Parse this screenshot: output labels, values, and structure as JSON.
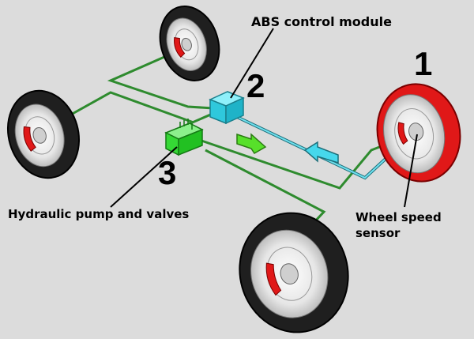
{
  "labels": {
    "abs_module": "ABS control module",
    "pump_valves": "Hydraulic pump and valves",
    "wheel_sensor_line1": "Wheel speed",
    "wheel_sensor_line2": "sensor"
  },
  "numbers": {
    "one": "1",
    "two": "2",
    "three": "3"
  },
  "colors": {
    "background": "#dcdcdc",
    "brake_line": "#2e8b2e",
    "signal_line": "#3fb0c0",
    "abs_module": "#33d4e6",
    "pump": "#2ed12e",
    "highlight_tire": "#e01818",
    "caliper": "#e01818"
  }
}
